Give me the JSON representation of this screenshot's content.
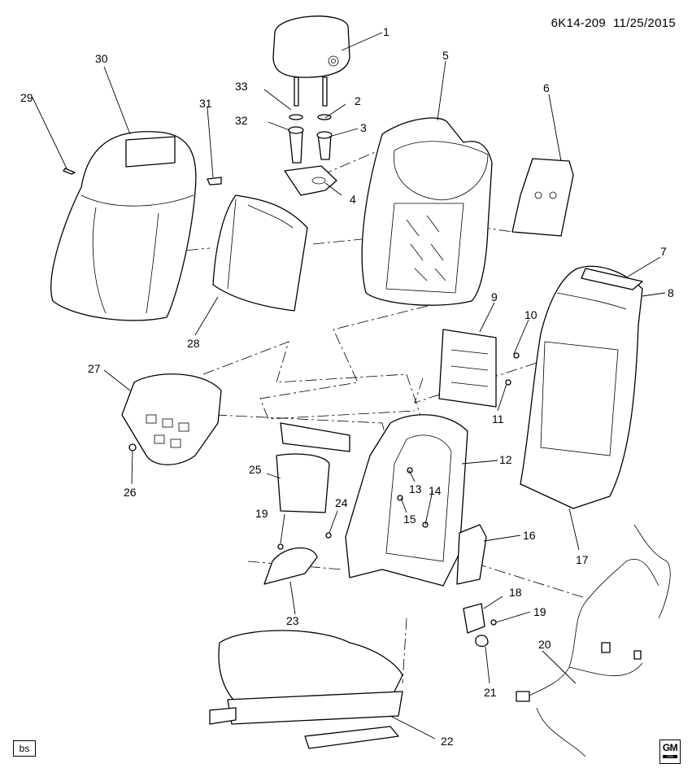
{
  "header": {
    "id": "6K14-209",
    "date": "11/25/2015"
  },
  "footer": {
    "badge": "bs",
    "logo": "GM",
    "logo_sub": "USA"
  },
  "callouts": [
    "1",
    "2",
    "3",
    "4",
    "5",
    "6",
    "7",
    "8",
    "9",
    "10",
    "11",
    "12",
    "13",
    "14",
    "15",
    "16",
    "17",
    "18",
    "19",
    "20",
    "21",
    "22",
    "23",
    "24",
    "25",
    "26",
    "27",
    "28",
    "29",
    "30",
    "31",
    "32",
    "33",
    "19"
  ]
}
